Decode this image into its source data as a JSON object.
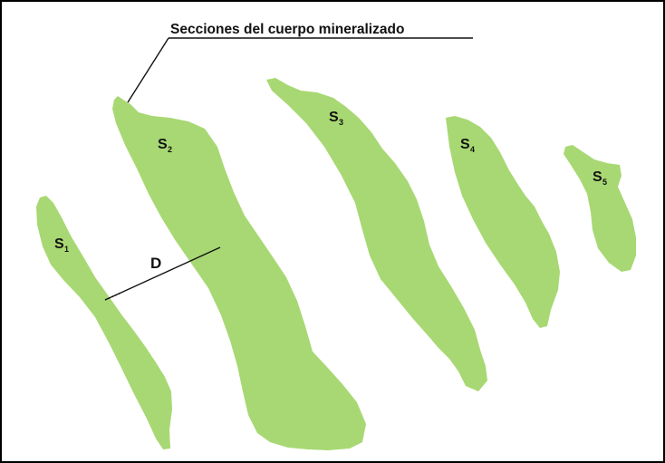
{
  "diagram": {
    "title": "Secciones del cuerpo mineralizado",
    "distance_label": "D",
    "fill_color": "#a8d873",
    "line_color": "#111111",
    "sections": [
      {
        "id": "s1",
        "letter": "S",
        "subscript": "1"
      },
      {
        "id": "s2",
        "letter": "S",
        "subscript": "2"
      },
      {
        "id": "s3",
        "letter": "S",
        "subscript": "3"
      },
      {
        "id": "s4",
        "letter": "S",
        "subscript": "4"
      },
      {
        "id": "s5",
        "letter": "S",
        "subscript": "5"
      }
    ]
  }
}
